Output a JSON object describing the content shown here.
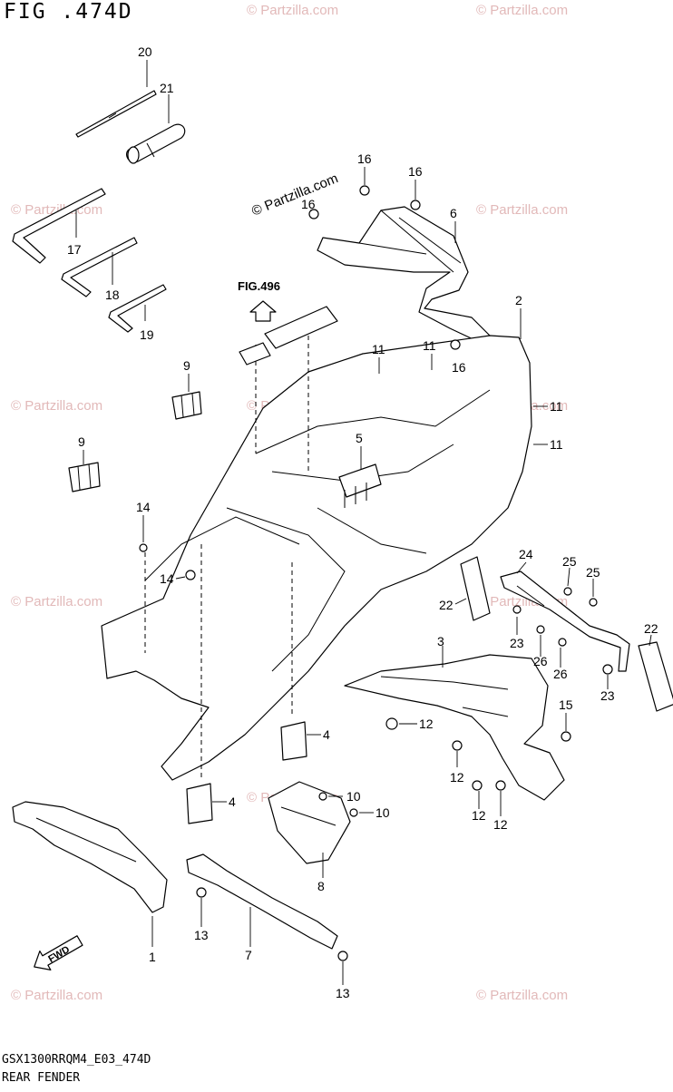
{
  "figure": {
    "title": "FIG .474D",
    "footer_code": "GSX1300RRQM4_E03_474D",
    "footer_name": "REAR FENDER",
    "stamp": "© Partzilla.com",
    "ref_label": "FIG.496",
    "fwd_label": "FWD",
    "watermark": "© Partzilla.com"
  },
  "callouts": [
    "20",
    "21",
    "17",
    "18",
    "19",
    "16",
    "16",
    "16",
    "6",
    "2",
    "11",
    "11",
    "16",
    "11",
    "11",
    "9",
    "9",
    "5",
    "14",
    "14",
    "24",
    "25",
    "25",
    "22",
    "22",
    "3",
    "23",
    "26",
    "26",
    "23",
    "12",
    "15",
    "12",
    "12",
    "12",
    "10",
    "10",
    "4",
    "4",
    "8",
    "1",
    "7",
    "13",
    "13"
  ]
}
